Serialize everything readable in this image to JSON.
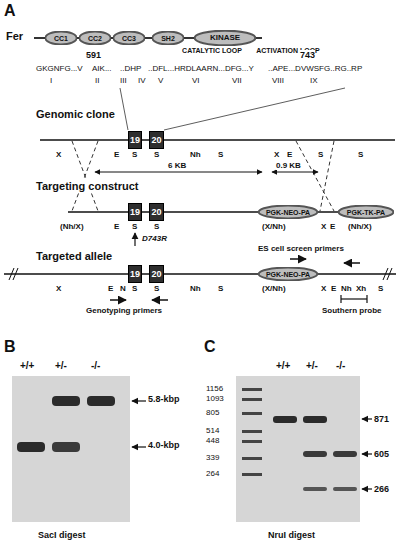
{
  "diagram": {
    "nodes": [
      {
        "text": [
          "CC1"
        ]
      },
      {
        "text": [
          "CC2"
        ]
      },
      {
        "text": [
          "CC3"
        ]
      },
      {
        "text": [
          "SH2"
        ]
      },
      {
        "text": [
          "KINASE"
        ]
      },
      {
        "text": [
          "19"
        ]
      },
      {
        "text": [
          "20"
        ]
      },
      {
        "text": [
          "19"
        ]
      },
      {
        "text": [
          "20"
        ]
      },
      {
        "text": [
          "PGK-NEO-PA"
        ]
      },
      {
        "text": [
          "PGK-TK-PA"
        ]
      },
      {
        "text": [
          "19"
        ]
      },
      {
        "text": [
          "20"
        ]
      },
      {
        "text": [
          "PGK-NEO-PA"
        ]
      }
    ],
    "labels": [
      "A",
      "Fer",
      "591",
      "CATALYTIC LOOP",
      "ACTIVATION LOOP",
      "743",
      "GKGNFG...V",
      "AIK...",
      "..DHP",
      "..DFL...HRDLAARN...DFG...Y",
      "..APE...DVWSFG..RG..RP",
      "I",
      "II",
      "III",
      "IV",
      "V",
      "VI",
      "VII",
      "VIII",
      "IX",
      "Genomic clone",
      "X",
      "E",
      "S",
      "S",
      "Nh",
      "S",
      "X",
      "E",
      "S",
      "S",
      "Targeting construct",
      "6 KB",
      "0.9 KB",
      "(Nh/X)",
      "E",
      "S",
      "S",
      "(X/Nh)",
      "X",
      "E",
      "(Nh/X)",
      "D743R",
      "Targeted allele",
      "ES cell screen primers",
      "X",
      "E",
      "N",
      "S",
      "S",
      "Nh",
      "S",
      "(X/Nh)",
      "X",
      "E",
      "Nh",
      "Xh",
      "S",
      "Genotyping primers",
      "Southern probe",
      "B",
      "+/+",
      "+/-",
      "-/-",
      "5.8-kbp",
      "4.0-kbp",
      "SacI digest",
      "C",
      "1156",
      "1093",
      "805",
      "514",
      "448",
      "339",
      "264",
      "+/+",
      "+/-",
      "-/-",
      "871",
      "605",
      "266",
      "NruI digest"
    ]
  }
}
